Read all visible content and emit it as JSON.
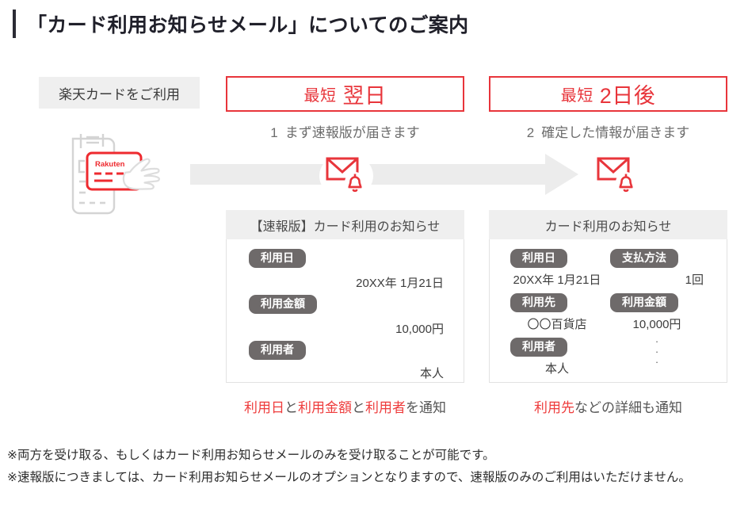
{
  "page": {
    "title": "「カード利用お知らせメール」についてのご案内"
  },
  "usage": {
    "chip_label": "楽天カードをご利用",
    "illustration_icon": "card-payment-terminal-icon",
    "card_brand": "Rakuten"
  },
  "arrow": {
    "icon": "right-arrow-icon",
    "color": "#ececec"
  },
  "steps": [
    {
      "badge_small": "最短",
      "badge_big": "翌日",
      "number": "1",
      "caption": "まず速報版が届きます",
      "mail_icon": "mail-notification-icon",
      "panel": {
        "header": "【速報版】カード利用のお知らせ",
        "layout": "single-column",
        "fields": [
          {
            "label": "利用日",
            "value": "20XX年 1月21日"
          },
          {
            "label": "利用金額",
            "value": "10,000円"
          },
          {
            "label": "利用者",
            "value": "本人"
          }
        ]
      },
      "notice": {
        "parts": [
          {
            "text": "利用日",
            "color": "red"
          },
          {
            "text": "と",
            "color": "gray"
          },
          {
            "text": "利用金額",
            "color": "red"
          },
          {
            "text": "と",
            "color": "gray"
          },
          {
            "text": "利用者",
            "color": "red"
          },
          {
            "text": "を通知",
            "color": "gray"
          }
        ]
      }
    },
    {
      "badge_small": "最短",
      "badge_big": "2日後",
      "number": "2",
      "caption": "確定した情報が届きます",
      "mail_icon": "mail-notification-icon",
      "panel": {
        "header": "カード利用のお知らせ",
        "layout": "two-column",
        "fields": [
          {
            "label": "利用日",
            "value": "20XX年 1月21日"
          },
          {
            "label": "支払方法",
            "value": "1回"
          },
          {
            "label": "利用先",
            "value": "〇〇百貨店"
          },
          {
            "label": "利用金額",
            "value": "10,000円"
          },
          {
            "label": "利用者",
            "value": "本人"
          }
        ],
        "ellipsis": "⋮"
      },
      "notice": {
        "parts": [
          {
            "text": "利用先",
            "color": "red"
          },
          {
            "text": "などの詳細も通知",
            "color": "gray"
          }
        ]
      }
    }
  ],
  "footnotes": [
    "※両方を受け取る、もしくはカード利用お知らせメールのみを受け取ることが可能です。",
    "※速報版につきましては、カード利用お知らせメールのオプションとなりますので、速報版のみのご利用はいただけません。"
  ],
  "colors": {
    "accent_red": "#e8353b",
    "notice_red": "#ee3c3c",
    "pill_gray": "#6e6a6a",
    "panel_header_gray": "#efefef",
    "arrow_gray": "#ececec",
    "title_dark": "#20202a"
  }
}
